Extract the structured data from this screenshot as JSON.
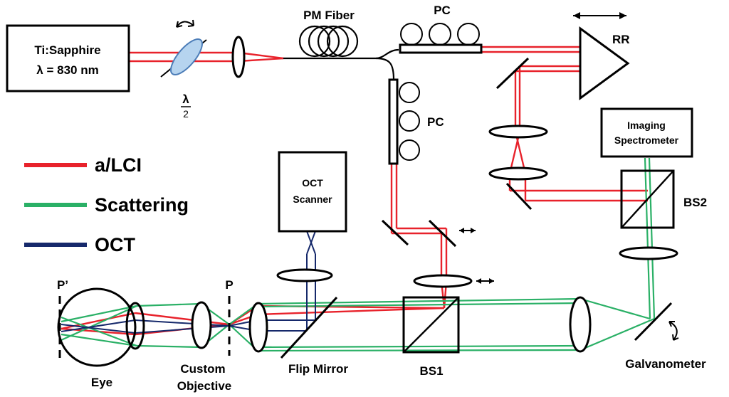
{
  "colors": {
    "alci": "#e8222b",
    "scattering": "#2ab066",
    "oct": "#16296b"
  },
  "source": {
    "line1": "Ti:Sapphire",
    "line2": "λ = 830 nm"
  },
  "waveplate": {
    "numerator": "λ",
    "denominator": "2"
  },
  "labels": {
    "pm_fiber": "PM Fiber",
    "pc_top": "PC",
    "pc_side": "PC",
    "rr": "RR",
    "imaging_spectrometer_l1": "Imaging",
    "imaging_spectrometer_l2": "Spectrometer",
    "bs2": "BS2",
    "oct_scanner_l1": "OCT",
    "oct_scanner_l2": "Scanner",
    "p_prime": "P’",
    "p": "P",
    "eye": "Eye",
    "custom_objective_l1": "Custom",
    "custom_objective_l2": "Objective",
    "flip_mirror": "Flip Mirror",
    "bs1": "BS1",
    "galvanometer": "Galvanometer"
  },
  "legend": [
    {
      "label": "a/LCI",
      "color": "#e8222b"
    },
    {
      "label": "Scattering",
      "color": "#2ab066"
    },
    {
      "label": "OCT",
      "color": "#16296b"
    }
  ]
}
